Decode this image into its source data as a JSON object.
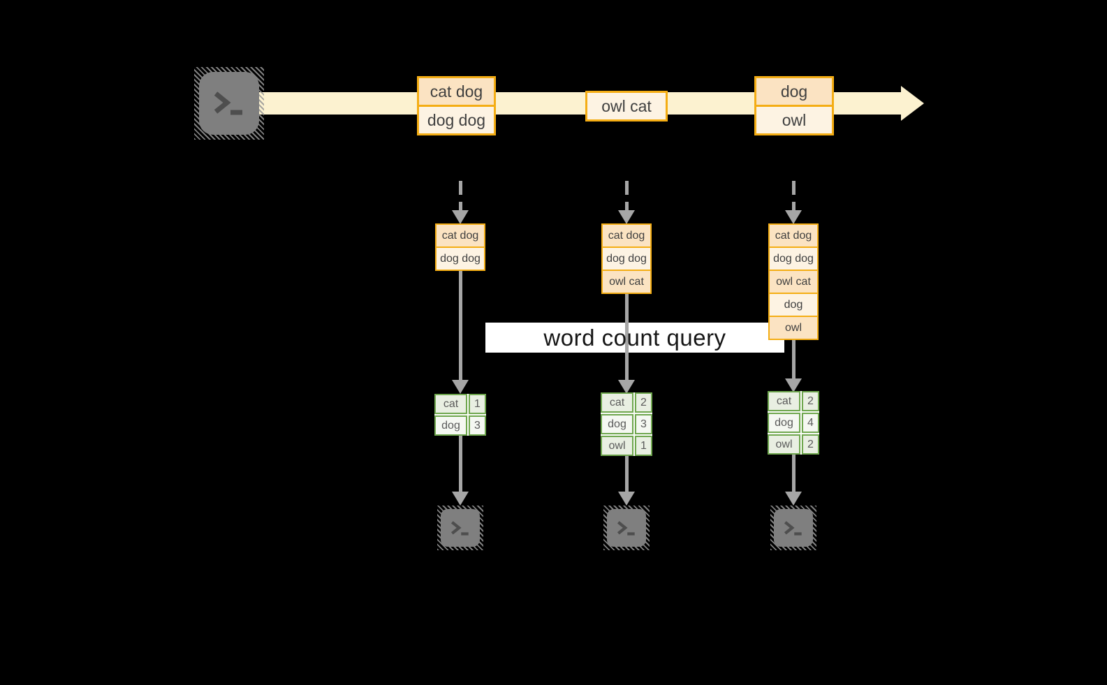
{
  "banner": {
    "label": "word count query"
  },
  "stream": {
    "source_icon": "terminal",
    "messages": [
      {
        "lines": [
          "cat dog",
          "dog dog"
        ]
      },
      {
        "lines": [
          "owl cat"
        ]
      },
      {
        "lines": [
          "dog",
          "owl"
        ]
      }
    ]
  },
  "columns": [
    {
      "buffer": [
        "cat dog",
        "dog dog"
      ],
      "counts": [
        {
          "word": "cat",
          "n": "1"
        },
        {
          "word": "dog",
          "n": "3"
        }
      ]
    },
    {
      "buffer": [
        "cat dog",
        "dog dog",
        "owl cat"
      ],
      "counts": [
        {
          "word": "cat",
          "n": "2"
        },
        {
          "word": "dog",
          "n": "3"
        },
        {
          "word": "owl",
          "n": "1"
        }
      ]
    },
    {
      "buffer": [
        "cat dog",
        "dog dog",
        "owl cat",
        "dog",
        "owl"
      ],
      "counts": [
        {
          "word": "cat",
          "n": "2"
        },
        {
          "word": "dog",
          "n": "4"
        },
        {
          "word": "owl",
          "n": "2"
        }
      ]
    }
  ],
  "colors": {
    "bg": "#000000",
    "stream": "#fcf2d0",
    "box_border": "#f4ad14",
    "cell_peach": "#fbe3c2",
    "cell_cream": "#fdf3e3",
    "arrow_gray": "#a6a6a6",
    "terminal_gray": "#7f7f7f",
    "terminal_glyph": "#4e4e4e",
    "green_border": "#6fa74e",
    "green_cell_dark": "#e9efe2",
    "green_cell_light": "#f5f8f2",
    "banner_bg": "#ffffff",
    "banner_text": "#161616",
    "text_dark": "#3f3f3f"
  }
}
